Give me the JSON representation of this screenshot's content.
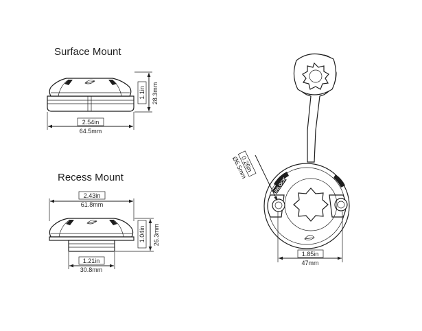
{
  "views": {
    "surface": {
      "title": "Surface Mount",
      "height_in": "1.1in",
      "height_mm": "28.3mm",
      "width_in": "2.54in",
      "width_mm": "64.5mm"
    },
    "recess": {
      "title": "Recess Mount",
      "width_in": "2.43in",
      "width_mm": "61.8mm",
      "height_in": "1.04in",
      "height_mm": "26.3mm",
      "cutout_in": "1.21in",
      "cutout_mm": "30.8mm"
    },
    "top": {
      "hole_in": "0.26in",
      "hole_mm": "Ø6.5mm",
      "width_in": "1.85in",
      "width_mm": "47mm",
      "label": "UNLOCK"
    }
  }
}
